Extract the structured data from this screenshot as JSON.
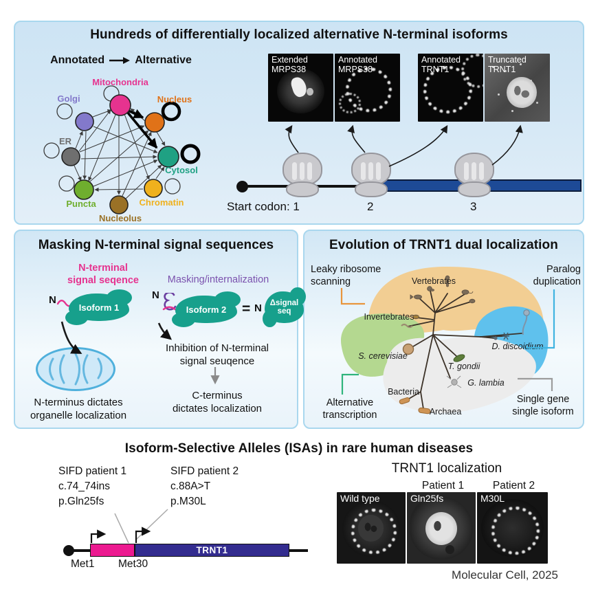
{
  "panel1": {
    "title": "Hundreds of differentially localized alternative N-terminal isoforms",
    "flow": {
      "annotated": "Annotated",
      "alternative": "Alternative"
    },
    "network": {
      "nodes": [
        {
          "label": "Mitochondria",
          "color": "#e6338f"
        },
        {
          "label": "Golgi",
          "color": "#8379cb"
        },
        {
          "label": "Nucleus",
          "color": "#e07218"
        },
        {
          "label": "ER",
          "color": "#6f6f6f"
        },
        {
          "label": "Cytosol",
          "color": "#1fa183"
        },
        {
          "label": "Puncta",
          "color": "#6fae2e"
        },
        {
          "label": "Chromatin",
          "color": "#efb11d"
        },
        {
          "label": "Nucleolus",
          "color": "#9a7126"
        }
      ],
      "strong_transitions": [
        "Mitochondria→Nucleus",
        "Mitochondria→Cytosol",
        "Nucleus→Nucleus",
        "Cytosol→Cytosol"
      ]
    },
    "micrographs": [
      {
        "line1": "Extended",
        "line2": "MRPS38"
      },
      {
        "line1": "Annotated",
        "line2": "MRPS38"
      },
      {
        "line1": "Annotated",
        "line2": "TRNT1"
      },
      {
        "line1": "Truncated",
        "line2": "TRNT1"
      }
    ],
    "start_codon": {
      "label": "Start codon:",
      "n1": "1",
      "n2": "2",
      "n3": "3"
    }
  },
  "panel2": {
    "title": "Masking N-terminal signal sequences",
    "signal_heading": {
      "line1": "N-terminal",
      "line2": "signal seqence"
    },
    "masking_heading": "Masking/internalization",
    "n1": "N",
    "isoform1": "Isoform 1",
    "n2": "N",
    "isoform2": "Isoform 2",
    "equals": "=",
    "n3": "N",
    "delta": {
      "line1": "Δsignal",
      "line2": "seq"
    },
    "inhibition": {
      "line1": "Inhibition of N-terminal",
      "line2": "signal seuqence"
    },
    "left_caption": {
      "line1": "N-terminus dictates",
      "line2": "organelle localization"
    },
    "right_caption": {
      "line1": "C-terminus",
      "line2": "dictates localization"
    }
  },
  "panel3": {
    "title": "Evolution of TRNT1 dual localization",
    "mechanisms": {
      "top_left": {
        "line1": "Leaky ribosome",
        "line2": "scanning"
      },
      "top_right": {
        "line1": "Paralog",
        "line2": "duplication"
      },
      "bottom_left": {
        "line1": "Alternative",
        "line2": "transcription"
      },
      "bottom_right": {
        "line1": "Single gene",
        "line2": "single isoform"
      }
    },
    "taxa": {
      "vertebrates": "Vertebrates",
      "invertebrates": "Invertebrates",
      "yeast": "S. cerevisiae",
      "dicty": "D. discoidium",
      "toxo": "T. gondii",
      "giardia": "G. lambia",
      "bacteria": "Bacteria",
      "archaea": "Archaea"
    }
  },
  "panel4": {
    "title": "Isoform-Selective Alleles (ISAs) in rare human diseases",
    "patient1": {
      "line1": "SIFD patient 1",
      "line2": "c.74_74ins",
      "line3": "p.Gln25fs"
    },
    "patient2": {
      "line1": "SIFD patient 2",
      "line2": "c.88A>T",
      "line3": "p.M30L"
    },
    "gene": "TRNT1",
    "met1": "Met1",
    "met30": "Met30",
    "loc_title": "TRNT1 localization",
    "col1": "Patient 1",
    "col2": "Patient 2",
    "micrographs": [
      {
        "label": "Wild type"
      },
      {
        "label": "Gln25fs"
      },
      {
        "label": "M30L"
      }
    ]
  },
  "credit": "Molecular Cell, 2025",
  "colors": {
    "panel_blue": "#cde4f4",
    "orf_blue": "#1d4a96",
    "gene_magenta": "#ec1a90",
    "gene_navy": "#332c8f",
    "teal_blob": "#17a08c",
    "signal_magenta": "#e6338f",
    "masking_purple": "#7b52ae",
    "tree_tan": "#f2ce93",
    "tree_green": "#b4d890",
    "tree_blue": "#5fc1ed",
    "tree_gray": "#ececec",
    "bracket_orange": "#e8953c",
    "bracket_blue": "#3fb3e0",
    "bracket_green": "#2fb47c",
    "bracket_gray": "#9c9c9c"
  }
}
